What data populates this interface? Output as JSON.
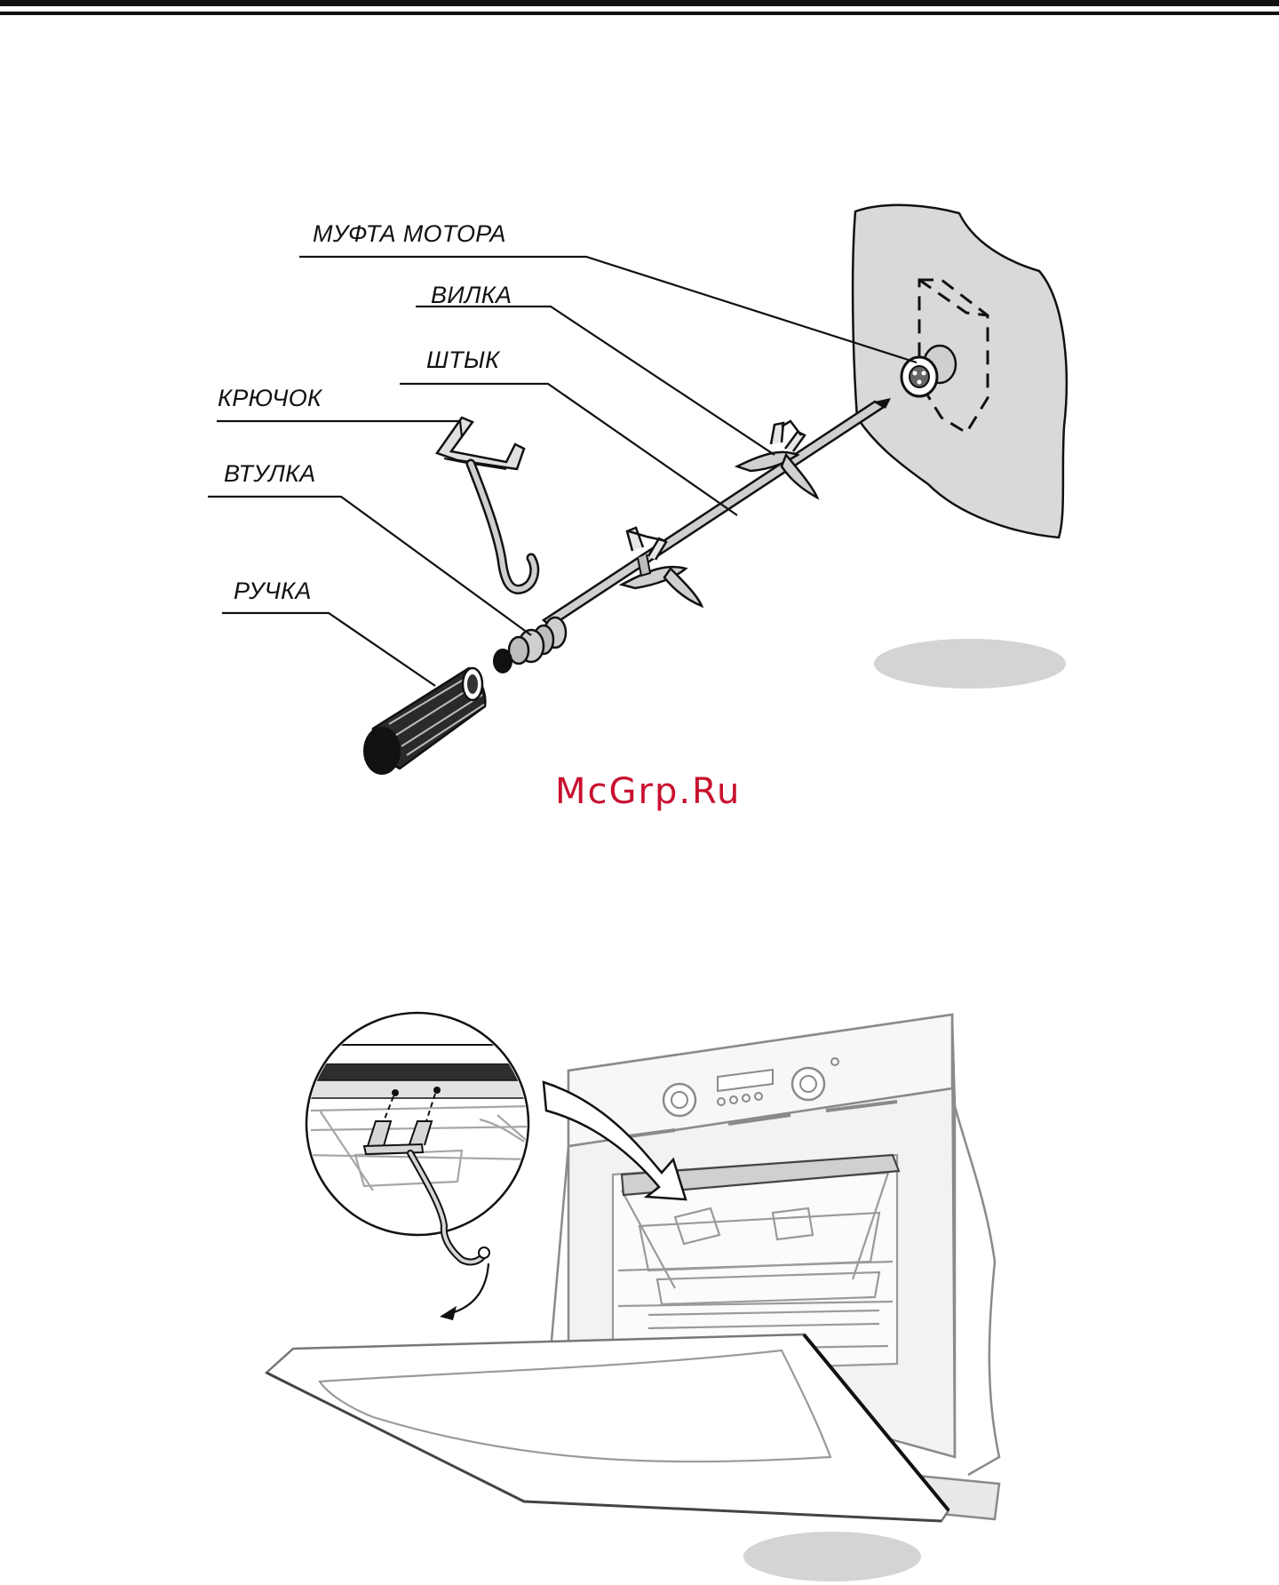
{
  "labels": {
    "motor_coupling": "МУФТА МОТОРА",
    "fork": "ВИЛКА",
    "spit": "ШТЫК",
    "hook": "КРЮЧОК",
    "bushing": "ВТУЛКА",
    "handle": "РУЧКА"
  },
  "watermark": "McGrp.Ru",
  "colors": {
    "line": "#111111",
    "wall_fill": "#d9d9d9",
    "badge_fill": "#d4d4d4",
    "oven_line": "#8a8a8a",
    "watermark": "#c8102e"
  }
}
